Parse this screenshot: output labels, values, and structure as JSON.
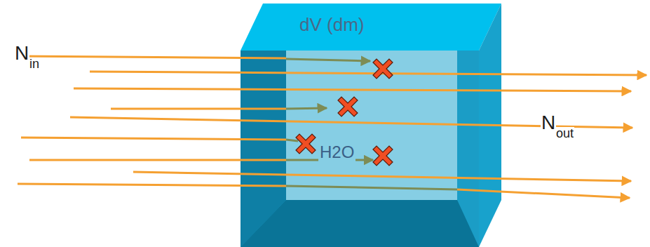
{
  "diagram": {
    "nodes": [
      {
        "text": [
          "dV (dm)"
        ]
      },
      {
        "text": [
          "H2O"
        ],
        "in": 0
      }
    ],
    "labels": [
      "N",
      "in",
      "N",
      "out"
    ]
  }
}
